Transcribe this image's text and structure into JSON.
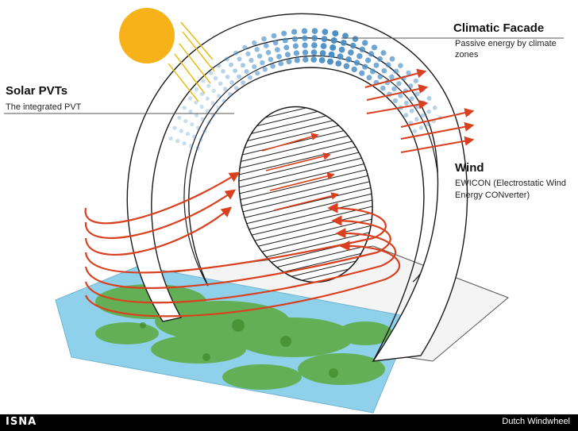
{
  "labels": {
    "climatic_facade": {
      "title": "Climatic Facade",
      "subtitle": "Passive energy by climate zones"
    },
    "solar_pvts": {
      "title": "Solar PVTs",
      "subtitle": "The integrated PVT"
    },
    "wind": {
      "title": "Wind",
      "subtitle_line1": "EWICON (Electrostatic Wind",
      "subtitle_line2": "Energy CONverter)"
    }
  },
  "footer": {
    "brand": "ISNA",
    "caption": "Dutch Windwheel"
  },
  "colors": {
    "sun": "#f7b21a",
    "sun_rays": "#e8b800",
    "wind_arrows": "#d9401f",
    "water": "#8fd0ea",
    "grass": "#5caa3c",
    "pv_dots": "#4a8fc7",
    "outline": "#1a1a1a"
  }
}
